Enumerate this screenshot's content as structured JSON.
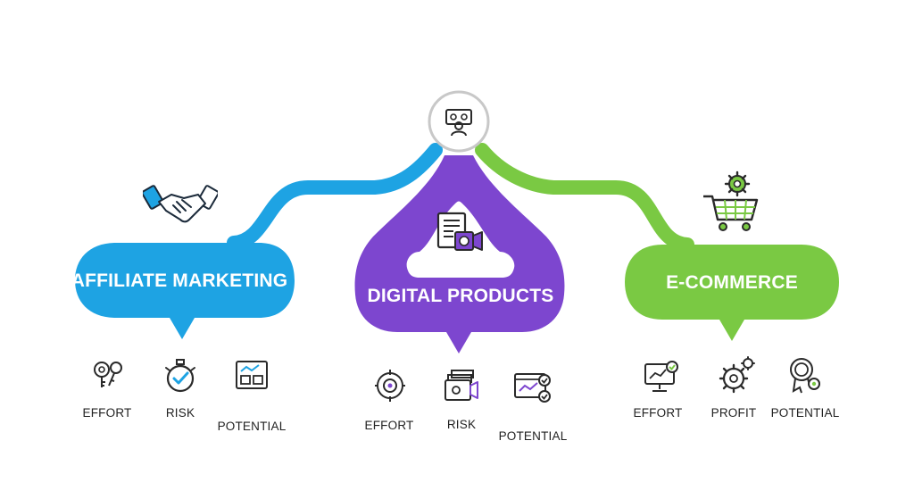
{
  "colors": {
    "affiliate": "#1ea3e3",
    "digital": "#7d46cf",
    "ecommerce": "#7ac943",
    "hub_ring": "#c8c8c8",
    "icon_stroke": "#2a2a2a"
  },
  "hub": {
    "icon": "laptop-person-icon"
  },
  "branches": [
    {
      "title": "AFFILIATE MARKETING",
      "icon": "handshake-icon",
      "items": [
        {
          "label": "EFFORT",
          "icon": "keys-icon"
        },
        {
          "label": "RISK",
          "icon": "stopwatch-check-icon"
        },
        {
          "label": "POTENTIAL",
          "icon": "growth-board-icon"
        }
      ]
    },
    {
      "title": "DIGITAL PRODUCTS",
      "icon": "document-video-icon",
      "items": [
        {
          "label": "EFFORT",
          "icon": "target-badge-icon"
        },
        {
          "label": "RISK",
          "icon": "layered-video-icon"
        },
        {
          "label": "POTENTIAL",
          "icon": "chart-window-check-icon"
        }
      ]
    },
    {
      "title": "E-COMMERCE",
      "icon": "cart-gear-icon",
      "items": [
        {
          "label": "EFFORT",
          "icon": "monitor-check-icon"
        },
        {
          "label": "PROFIT",
          "icon": "gears-icon"
        },
        {
          "label": "POTENTIAL",
          "icon": "award-ribbon-icon"
        }
      ]
    }
  ]
}
